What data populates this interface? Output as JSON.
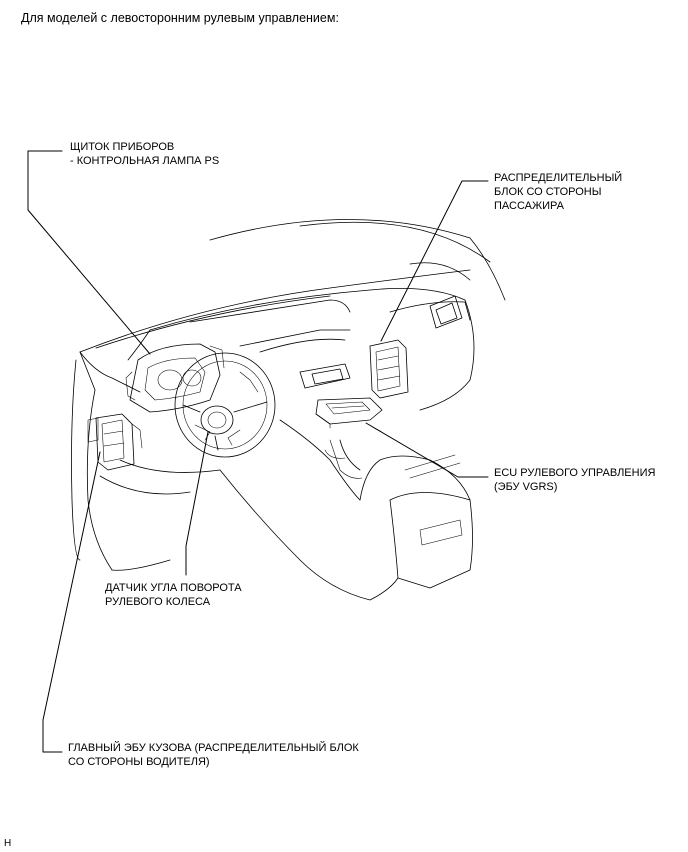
{
  "header": "Для моделей с левосторонним рулевым управлением:",
  "labels": {
    "instrument_cluster": {
      "line1": "ЩИТОК ПРИБОРОВ",
      "line2": "- КОНТРОЛЬНАЯ ЛАМПА PS"
    },
    "passenger_junction": {
      "line1": "РАСПРЕДЕЛИТЕЛЬНЫЙ",
      "line2": "БЛОК СО СТОРОНЫ",
      "line3": "ПАССАЖИРА"
    },
    "steering_ecu": {
      "line1": "ECU РУЛЕВОГО УПРАВЛЕНИЯ",
      "line2": "(ЭБУ VGRS)"
    },
    "steering_angle_sensor": {
      "line1": "ДАТЧИК УГЛА ПОВОРОТА",
      "line2": "РУЛЕВОГО КОЛЕСА"
    },
    "main_body_ecu": {
      "line1": "ГЛАВНЫЙ ЭБУ КУЗОВА (РАСПРЕДЕЛИТЕЛЬНЫЙ БЛОК",
      "line2": "СО СТОРОНЫ ВОДИТЕЛЯ)"
    }
  },
  "figure_code": "H"
}
